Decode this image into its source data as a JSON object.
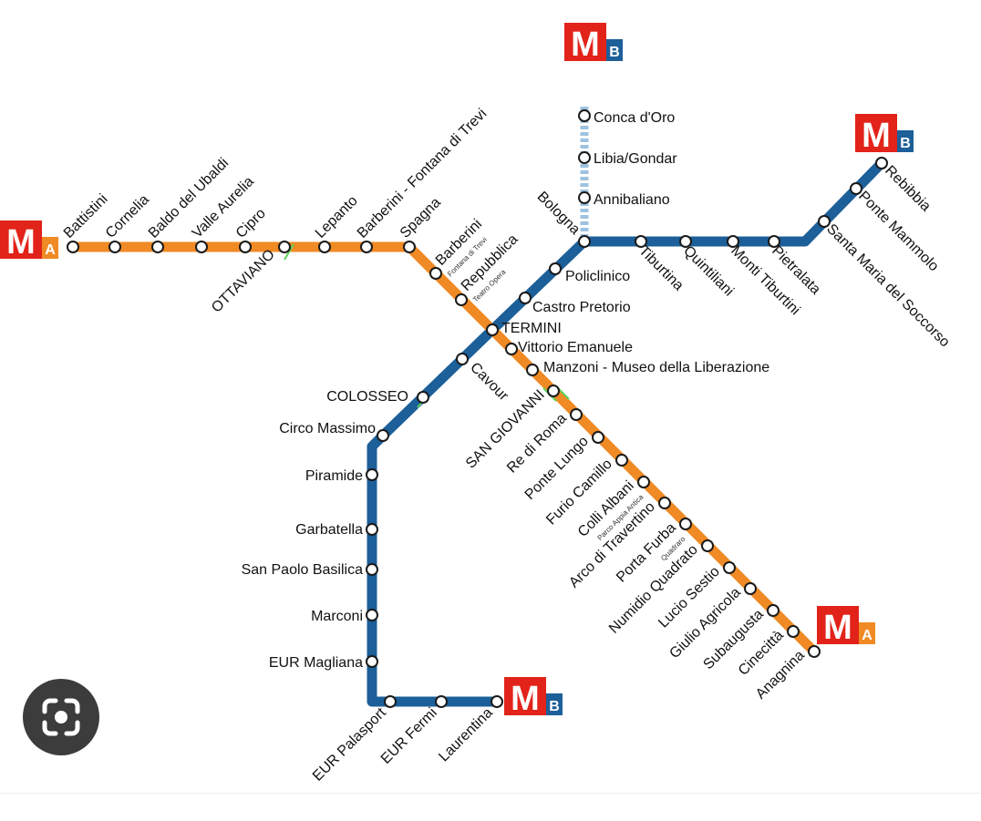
{
  "colors": {
    "line_a": "#f08a24",
    "line_b": "#1c5f99",
    "line_b1_extension": "#9ec2df",
    "logo_red": "#e2231a",
    "interchange_green": "#5bd35b"
  },
  "logos": [
    {
      "letter": "M",
      "line": "A"
    },
    {
      "letter": "M",
      "line": "B"
    },
    {
      "letter": "M",
      "line": "B"
    },
    {
      "letter": "M",
      "line": "A"
    },
    {
      "letter": "M",
      "line": "B"
    }
  ],
  "stations": [
    {
      "name": "Battistini"
    },
    {
      "name": "Cornelia"
    },
    {
      "name": "Baldo del Ubaldi"
    },
    {
      "name": "Valle Aurelia"
    },
    {
      "name": "Cipro"
    },
    {
      "name": "OTTAVIANO"
    },
    {
      "name": "Lepanto"
    },
    {
      "name": "Barberini - Fontana di Trevi"
    },
    {
      "name": "Spagna"
    },
    {
      "name": "Barberini",
      "sub": "Fontana di Trevi"
    },
    {
      "name": "Repubblica",
      "sub": "Teatro Opera"
    },
    {
      "name": "TERMINI"
    },
    {
      "name": "Vittorio Emanuele"
    },
    {
      "name": "Manzoni - Museo della Liberazione"
    },
    {
      "name": "SAN GIOVANNI"
    },
    {
      "name": "Re di Roma"
    },
    {
      "name": "Ponte Lungo"
    },
    {
      "name": "Furio Camillo"
    },
    {
      "name": "Colli Albani",
      "sub": "Parco Appia Antica"
    },
    {
      "name": "Arco di Travertino"
    },
    {
      "name": "Porta Furba",
      "sub": "Quadraro"
    },
    {
      "name": "Numidio Quadrato"
    },
    {
      "name": "Lucio Sestio"
    },
    {
      "name": "Giulio Agricola"
    },
    {
      "name": "Subaugusta"
    },
    {
      "name": "Cinecittà"
    },
    {
      "name": "Anagnina"
    },
    {
      "name": "Conca d'Oro"
    },
    {
      "name": "Libia/Gondar"
    },
    {
      "name": "Annibaliano"
    },
    {
      "name": "Bologna"
    },
    {
      "name": "Policlinico"
    },
    {
      "name": "Castro Pretorio"
    },
    {
      "name": "Tiburtina"
    },
    {
      "name": "Quintiliani"
    },
    {
      "name": "Monti Tiburtini"
    },
    {
      "name": "Pietralata"
    },
    {
      "name": "Santa Maria del Soccorso"
    },
    {
      "name": "Ponte Mammolo"
    },
    {
      "name": "Rebibbia"
    },
    {
      "name": "Cavour"
    },
    {
      "name": "COLOSSEO"
    },
    {
      "name": "Circo Massimo"
    },
    {
      "name": "Piramide"
    },
    {
      "name": "Garbatella"
    },
    {
      "name": "San Paolo Basilica"
    },
    {
      "name": "Marconi"
    },
    {
      "name": "EUR Magliana"
    },
    {
      "name": "EUR Palasport"
    },
    {
      "name": "EUR Fermi"
    },
    {
      "name": "Laurentina"
    }
  ]
}
